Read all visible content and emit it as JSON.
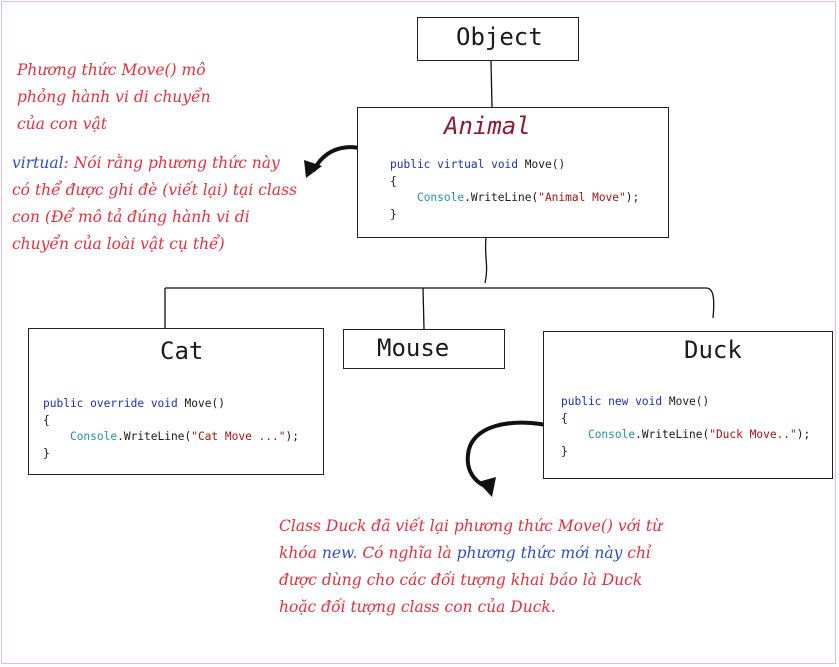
{
  "classes": {
    "object": {
      "title": "Object"
    },
    "animal": {
      "title": "Animal",
      "code": {
        "line1": {
          "mod1": "public",
          "mod2": "virtual",
          "type": "void",
          "sig": "Move()"
        },
        "open": "{",
        "line2": {
          "cls": "Console",
          "call": ".WriteLine(",
          "str": "\"Animal Move\"",
          "end": ");"
        },
        "close": "}"
      }
    },
    "cat": {
      "title": "Cat",
      "code": {
        "line1": {
          "mod1": "public",
          "mod2": "override",
          "type": "void",
          "sig": "Move()"
        },
        "open": "{",
        "line2": {
          "cls": "Console",
          "call": ".WriteLine(",
          "str": "\"Cat Move ...\"",
          "end": ");"
        },
        "close": "}"
      }
    },
    "mouse": {
      "title": "Mouse"
    },
    "duck": {
      "title": "Duck",
      "code": {
        "line1": {
          "mod1": "public",
          "mod2": "new",
          "type": "void",
          "sig": "Move()"
        },
        "open": "{",
        "line2": {
          "cls": "Console",
          "call": ".WriteLine(",
          "str": "\"Duck Move..\"",
          "end": ");"
        },
        "close": "}"
      }
    }
  },
  "notes": {
    "move_desc": {
      "line1": "Phương thức Move() mô",
      "line2": "phỏng hành vi di chuyển",
      "line3": "của con vật"
    },
    "virtual_desc": {
      "keyword": "virtual",
      "line1_rest": ": Nói rằng phương thức này",
      "line2": "có thể được ghi đè (viết lại) tại class",
      "line3": "con (Để mô tả đúng hành vi di",
      "line4": "chuyển của loài vật cụ thể)"
    },
    "new_desc": {
      "line1": "Class Duck đã viết lại phương thức Move() với từ",
      "line2_a": "khóa ",
      "line2_kw": "new",
      "line2_b": ". Có nghĩa là ",
      "line2_blue": "phương thức mới này",
      "line2_c": " chỉ",
      "line3": "được dùng cho các đối tượng khai báo là Duck",
      "line4": "hoặc đối tượng class con của Duck."
    }
  },
  "colors": {
    "note_red": "#e0323d",
    "note_blue": "#3050c0",
    "animal_title": "#8b1a2f",
    "keyword": "#1f2fb4",
    "class_name": "#2b8fa3",
    "string": "#a31515",
    "circle": "#d62020"
  }
}
